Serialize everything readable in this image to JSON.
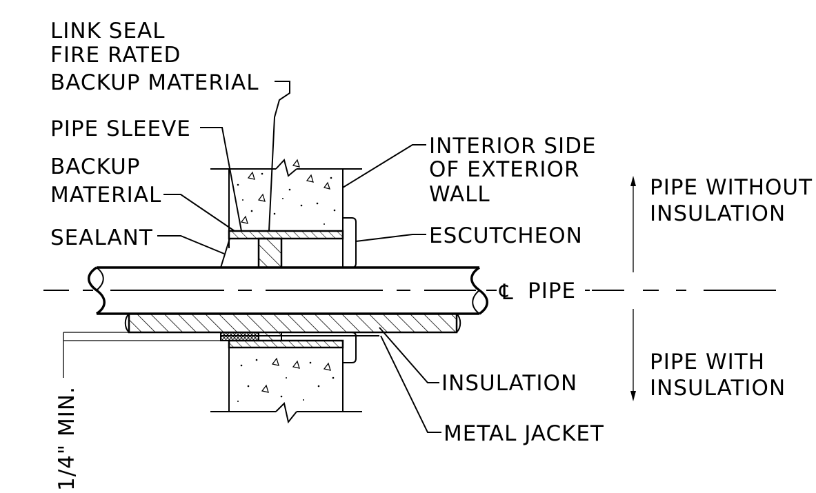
{
  "labels": {
    "link_seal_1": "LINK SEAL",
    "link_seal_2": "FIRE RATED",
    "link_seal_3": "BACKUP MATERIAL",
    "pipe_sleeve": "PIPE SLEEVE",
    "backup_material_1": "BACKUP",
    "backup_material_2": "MATERIAL",
    "sealant": "SEALANT",
    "interior_side_1": "INTERIOR SIDE",
    "interior_side_2": "OF EXTERIOR",
    "interior_side_3": "WALL",
    "escutcheon": "ESCUTCHEON",
    "centerline_pipe": "PIPE",
    "centerline_symbol": "℄",
    "pipe_without_1": "PIPE WITHOUT",
    "pipe_without_2": "INSULATION",
    "pipe_with_1": "PIPE WITH",
    "pipe_with_2": "INSULATION",
    "insulation": "INSULATION",
    "metal_jacket": "METAL JACKET",
    "min_dimension": "1/4\" MIN."
  }
}
